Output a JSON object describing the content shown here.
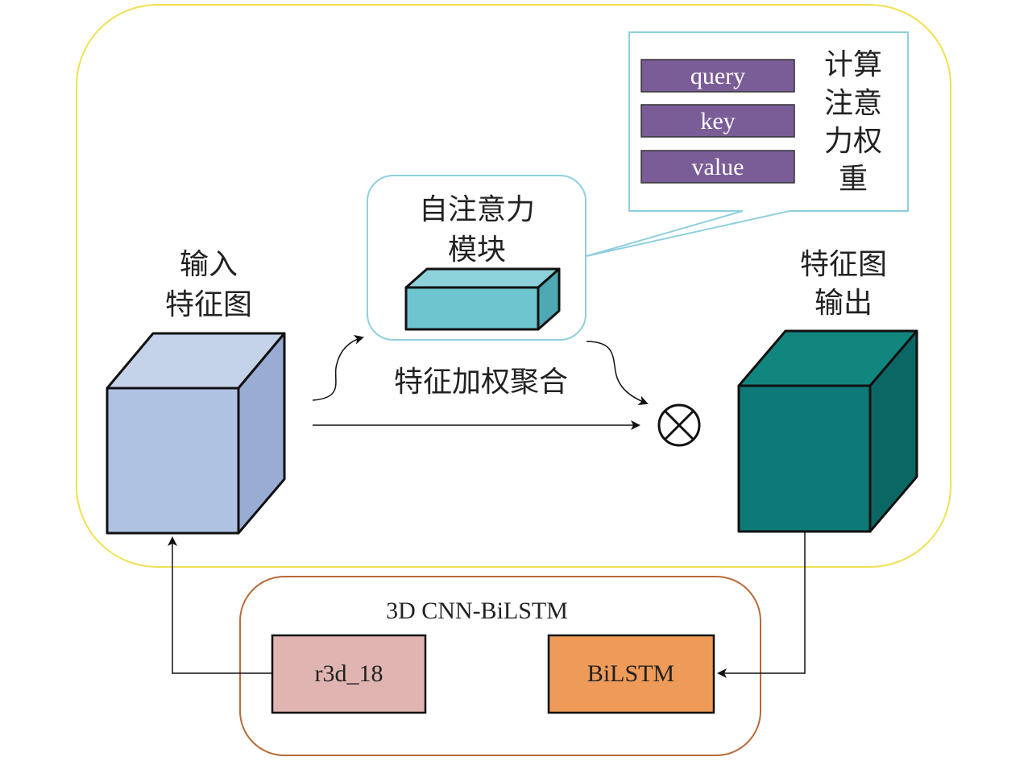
{
  "input_feature_map": {
    "line1": "输入",
    "line2": "特征图"
  },
  "attention_module": {
    "line1": "自注意力",
    "line2": "模块"
  },
  "aggregation_label": "特征加权聚合",
  "output_feature_map": {
    "line1": "特征图",
    "line2": "输出"
  },
  "attention_callout": {
    "bars": [
      "query",
      "key",
      "value"
    ],
    "text_lines": [
      "计算",
      "注意",
      "力权",
      "重"
    ]
  },
  "backbone": {
    "title": "3D CNN-BiLSTM",
    "left_block": "r3d_18",
    "right_block": "BiLSTM"
  },
  "colors": {
    "outer_frame": "#f0e050",
    "callout_frame": "#8fd0de",
    "backbone_frame": "#b86a3a",
    "input_cube": "#b0c2e2",
    "attention_block": "#6ec5d0",
    "output_cube": "#0e7a78",
    "query_key_value": "#7a5d96",
    "r3d_block": "#e0b4b0",
    "bilstm_block": "#ee9a58"
  }
}
